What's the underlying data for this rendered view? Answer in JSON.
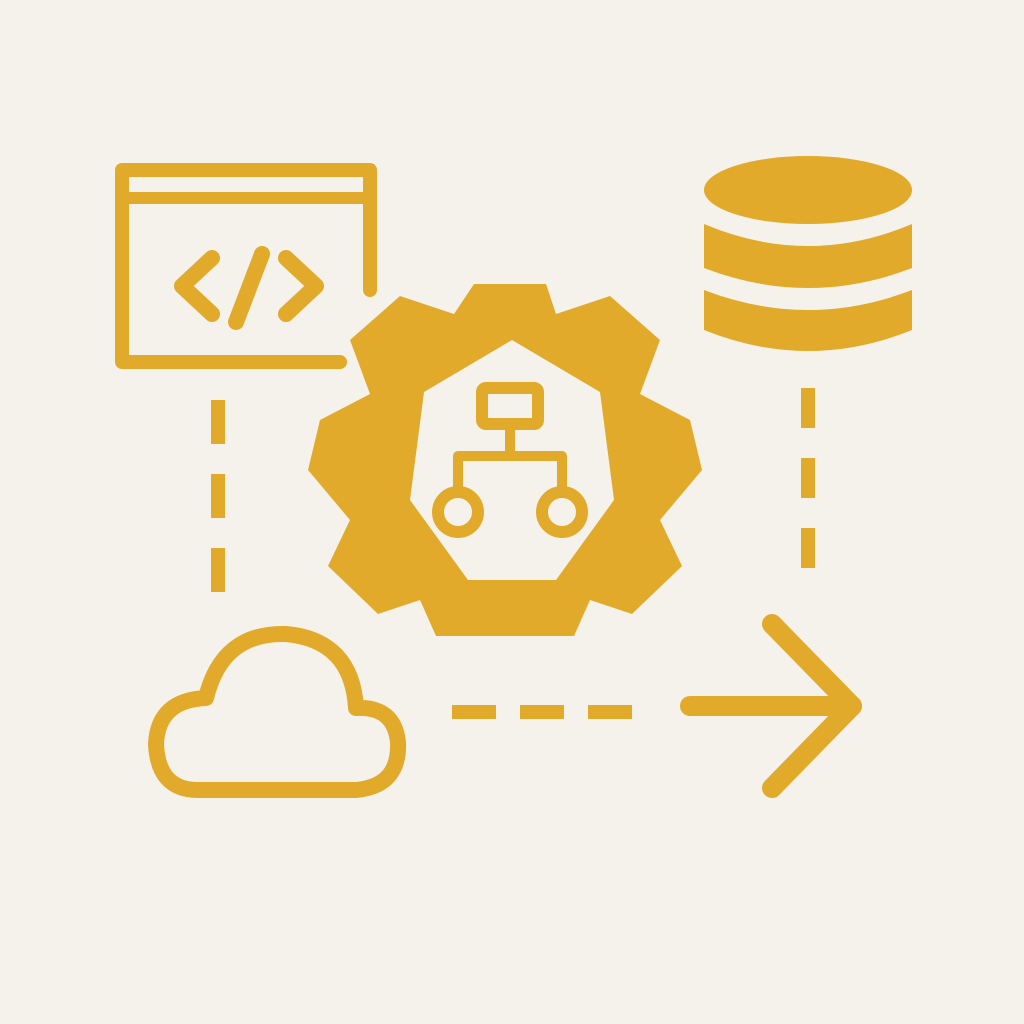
{
  "colors": {
    "background": "#F5F2EC",
    "accent": "#E2AA2A"
  },
  "diagram": {
    "nodes": [
      {
        "name": "code-window",
        "icon": "code-window-icon"
      },
      {
        "name": "database",
        "icon": "database-icon"
      },
      {
        "name": "gear-workflow",
        "icon": "gear-hierarchy-icon"
      },
      {
        "name": "cloud",
        "icon": "cloud-icon"
      },
      {
        "name": "arrow",
        "icon": "arrow-right-icon"
      }
    ],
    "connectors": [
      {
        "from": "code-window",
        "to": "cloud",
        "style": "dashed"
      },
      {
        "from": "database",
        "to": "gear-workflow",
        "style": "dashed"
      },
      {
        "from": "cloud",
        "to": "arrow",
        "style": "dashed"
      }
    ]
  }
}
